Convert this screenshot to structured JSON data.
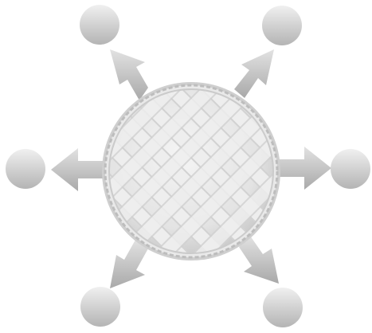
{
  "diagram": {
    "center": {
      "icon": "lattice-pie-icon"
    },
    "nodes": [
      {
        "id": "top-left",
        "icon": "circle-node"
      },
      {
        "id": "top-right",
        "icon": "circle-node"
      },
      {
        "id": "left",
        "icon": "circle-node"
      },
      {
        "id": "right",
        "icon": "circle-node"
      },
      {
        "id": "bottom-left",
        "icon": "circle-node"
      },
      {
        "id": "bottom-right",
        "icon": "circle-node"
      }
    ],
    "colors": {
      "background": "#ffffff",
      "node_light": "#eeeeee",
      "node_dark": "#b0b0b0",
      "arrow_light": "#dddddd",
      "arrow_dark": "#a8a8a8",
      "pie_light": "#f4f4f4",
      "pie_dark": "#c8c8c8"
    }
  }
}
